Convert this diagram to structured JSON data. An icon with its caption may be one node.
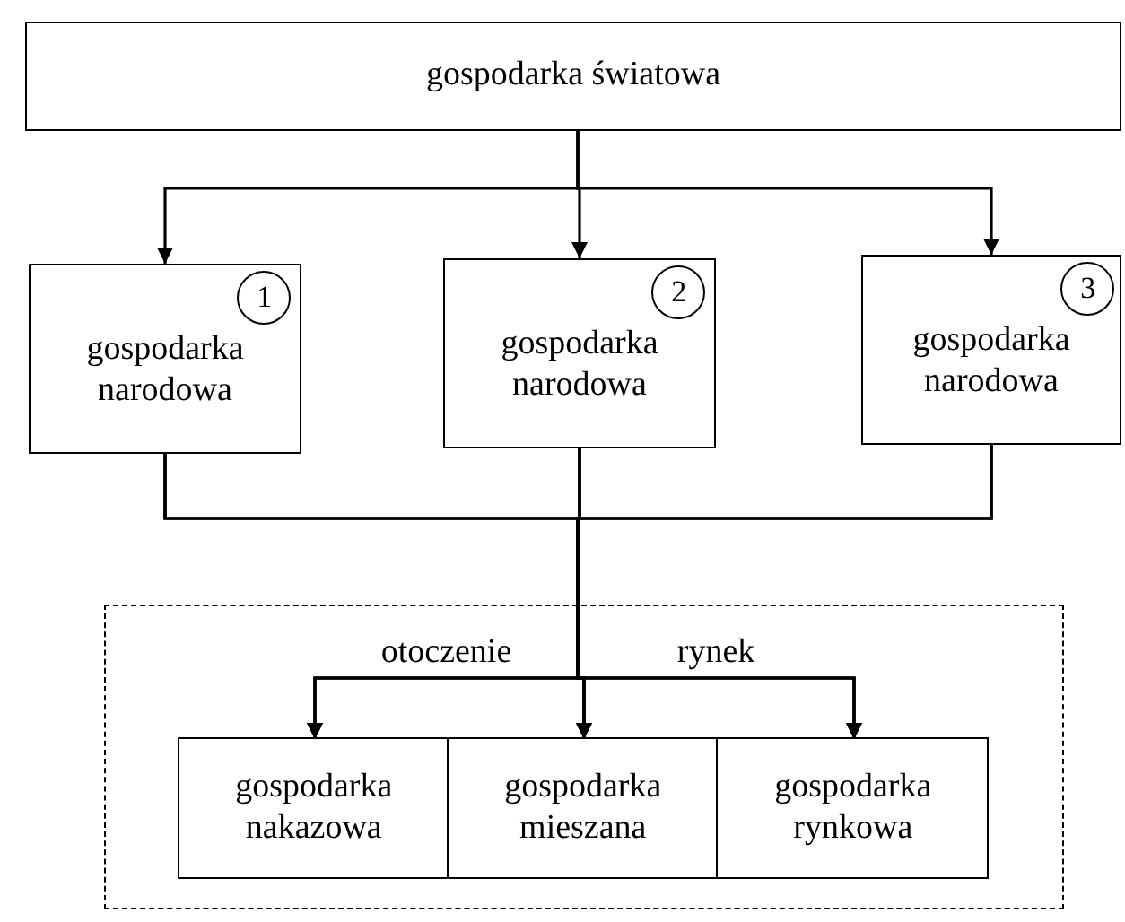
{
  "diagram": {
    "nodes": [
      {
        "text": [
          "gospodarka światowa"
        ]
      },
      {
        "text": [
          "gospodarka narodowa"
        ]
      },
      {
        "text": [
          "1"
        ],
        "in": 1
      },
      {
        "text": [
          "gospodarka narodowa"
        ]
      },
      {
        "text": [
          "2"
        ],
        "in": 3
      },
      {
        "text": [
          "gospodarka narodowa"
        ]
      },
      {
        "text": [
          "3"
        ],
        "in": 5
      },
      {
        "text": [],
        "shape": "box"
      },
      {
        "text": [
          "gospodarka nakazowa"
        ],
        "in": 7
      },
      {
        "text": [
          "gospodarka mieszana"
        ],
        "in": 7
      },
      {
        "text": [
          "gospodarka rynkowa"
        ],
        "in": 7
      }
    ],
    "edges": [
      {
        "from": 0,
        "to": 1,
        "arrow": "to"
      },
      {
        "from": 0,
        "to": 3,
        "arrow": "to"
      },
      {
        "from": 0,
        "to": 5,
        "arrow": "to"
      },
      {
        "from": 1,
        "to": 8,
        "arrow": "to"
      },
      {
        "from": 1,
        "to": 9,
        "arrow": "to"
      },
      {
        "from": 1,
        "to": 10,
        "arrow": "to"
      },
      {
        "from": 3,
        "to": 8,
        "arrow": "to",
        "label": "otoczenie"
      },
      {
        "from": 3,
        "to": 9,
        "arrow": "to"
      },
      {
        "from": 3,
        "to": 10,
        "arrow": "to",
        "label": "rynek"
      },
      {
        "from": 5,
        "to": 8,
        "arrow": "to"
      },
      {
        "from": 5,
        "to": 9,
        "arrow": "to"
      },
      {
        "from": 5,
        "to": 10,
        "arrow": "to"
      }
    ]
  }
}
